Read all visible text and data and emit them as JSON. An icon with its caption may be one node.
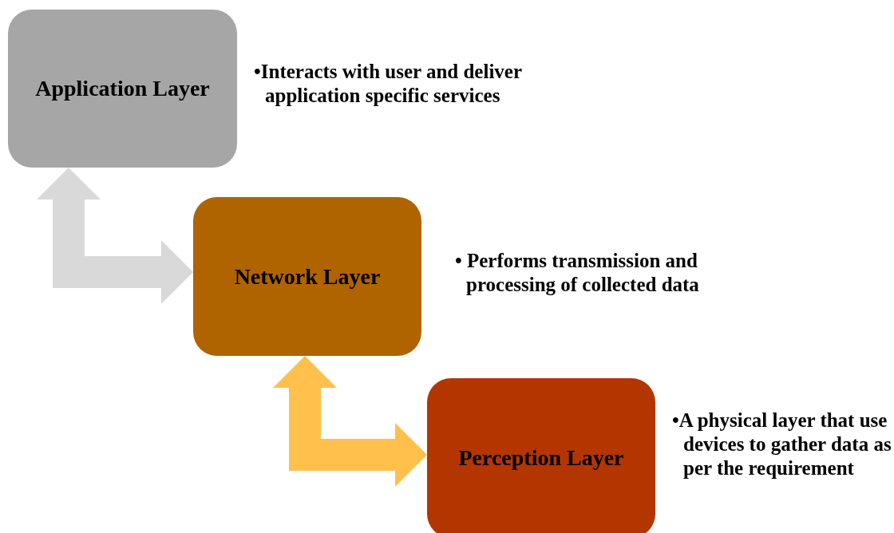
{
  "diagram": {
    "nodes": [
      {
        "text": [
          "Application Layer"
        ],
        "beside": [
          "•Interacts with user and deliver application specific services"
        ]
      },
      {
        "text": [
          "Network Layer"
        ],
        "beside": [
          "• Performs transmission and processing of collected data"
        ]
      },
      {
        "text": [
          "Perception Layer"
        ],
        "beside": [
          "•A physical layer that use devices to gather data as per the requirement"
        ]
      }
    ],
    "edges": [
      {
        "from": 0,
        "to": 1,
        "arrow": "both",
        "color": "#d9d9d9"
      },
      {
        "from": 1,
        "to": 2,
        "arrow": "both",
        "color": "#ffc04c"
      }
    ]
  }
}
